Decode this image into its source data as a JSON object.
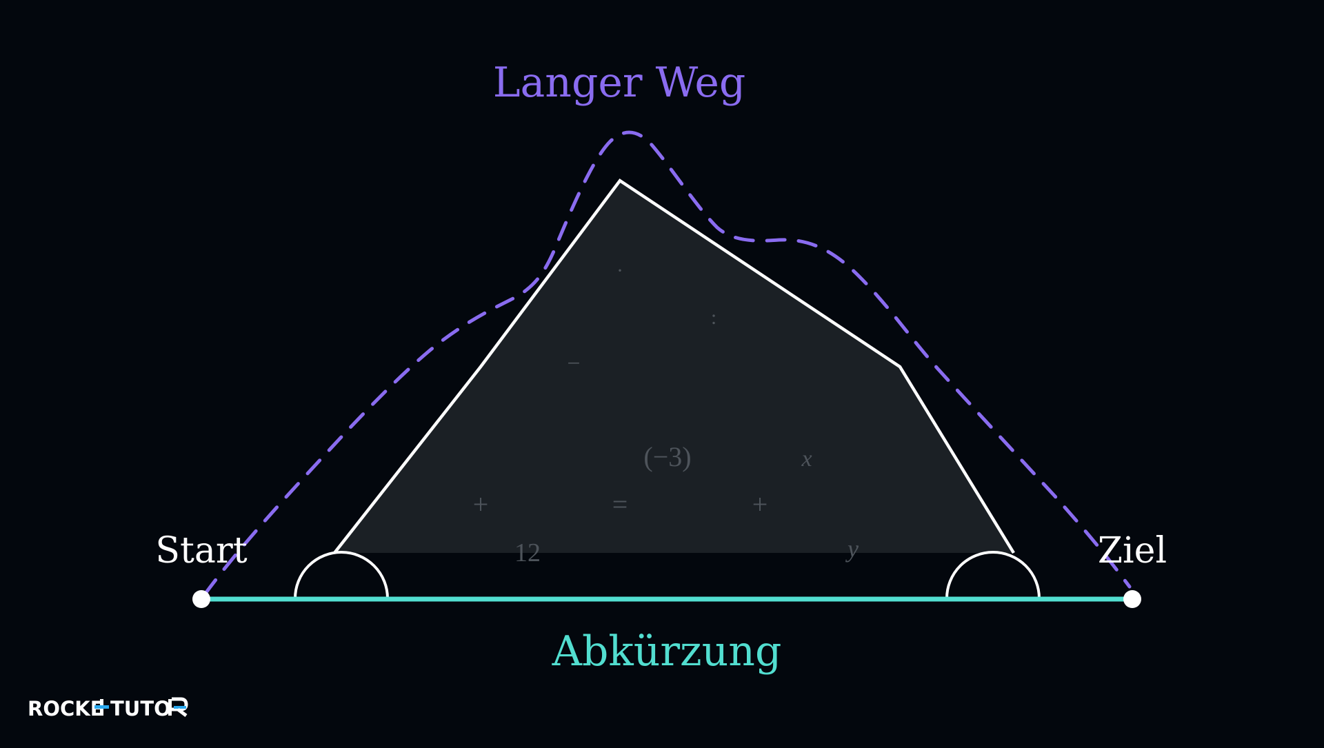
{
  "colors": {
    "background": "#03070d",
    "long_path": "#8a6cf0",
    "shortcut": "#52ded0",
    "polygon_fill": "#1b2025",
    "polygon_stroke": "#ffffff",
    "math_symbols": "#4e545b",
    "logo": "#ffffff",
    "logo_accent": "#2aa9f0"
  },
  "labels": {
    "long_path": "Langer Weg",
    "shortcut": "Abkürzung",
    "start": "Start",
    "goal": "Ziel"
  },
  "math_symbols": [
    {
      "name": "dot-symbol",
      "text": "·",
      "italic": false
    },
    {
      "name": "colon-symbol",
      "text": ":",
      "italic": false
    },
    {
      "name": "minus-symbol",
      "text": "−",
      "italic": false
    },
    {
      "name": "neg-three-symbol",
      "text": "(−3)",
      "italic": false
    },
    {
      "name": "x-symbol",
      "text": "x",
      "italic": true
    },
    {
      "name": "plus-symbol-left",
      "text": "+",
      "italic": false
    },
    {
      "name": "equals-symbol",
      "text": "=",
      "italic": false
    },
    {
      "name": "plus-symbol-right",
      "text": "+",
      "italic": false
    },
    {
      "name": "twelve-symbol",
      "text": "12",
      "italic": false
    },
    {
      "name": "y-symbol",
      "text": "y",
      "italic": true
    }
  ],
  "logo": {
    "part1": "ROCKE",
    "part2": "TUTO"
  }
}
